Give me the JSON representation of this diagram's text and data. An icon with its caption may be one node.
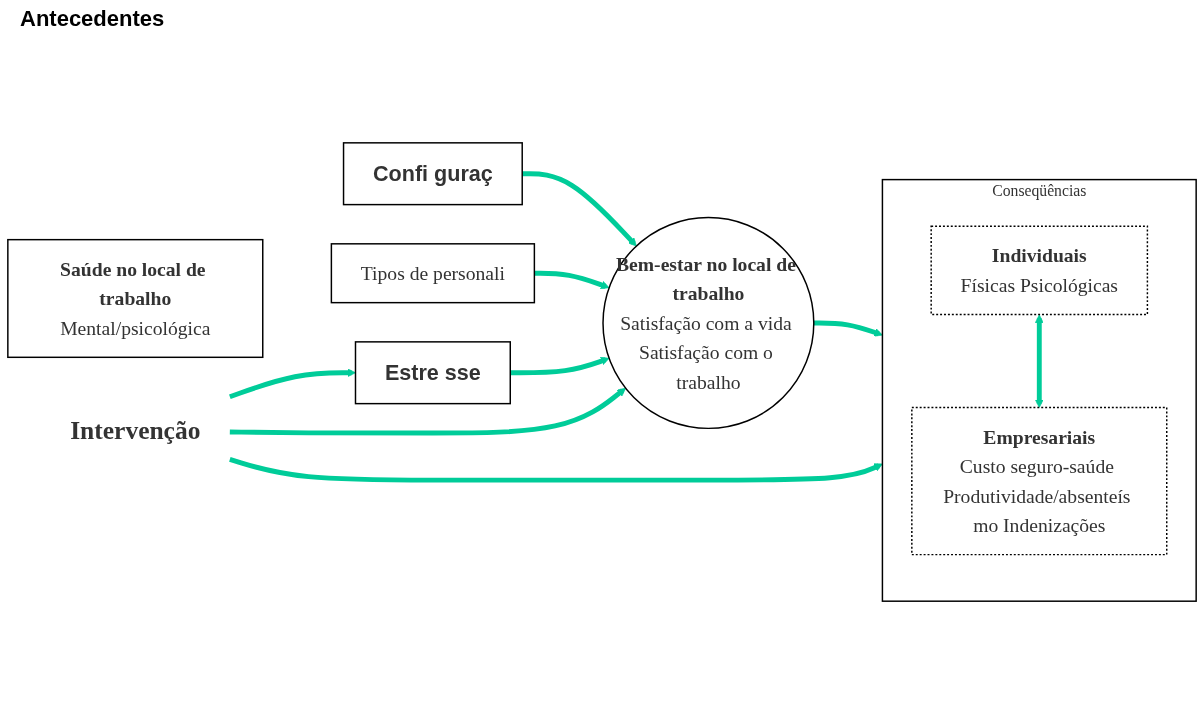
{
  "diagram": {
    "nodes": [
      {
        "text": [
          "Confi guraç"
        ]
      },
      {
        "text": [
          "Tipos de personali"
        ]
      },
      {
        "text": [
          "Estre sse"
        ]
      },
      {
        "text": [
          "Bem-estar no local de trabalho",
          "Satisfação com a vida Satisfação com o trabalho"
        ]
      },
      {
        "text": [
          "Saúde no local de trabalho",
          "Mental/psicológica"
        ]
      },
      {
        "text": [
          "Conseqüências"
        ]
      },
      {
        "text": [
          "Individuais",
          "Físicas Psicológicas"
        ],
        "in": 5
      },
      {
        "text": [
          "Empresariais",
          "Custo seguro-saúde Produtividade/absenteís mo Indenizações"
        ],
        "in": 5
      },
      {
        "text": [
          "Intervenção"
        ]
      }
    ],
    "edges": [
      {
        "from": 0,
        "to": 3,
        "arrow": "to"
      },
      {
        "from": 1,
        "to": 3,
        "arrow": "to"
      },
      {
        "from": 2,
        "to": 3,
        "arrow": "to"
      },
      {
        "from": 3,
        "to": 5,
        "arrow": "to"
      },
      {
        "from": 6,
        "to": 7,
        "arrow": "both"
      },
      {
        "from": 8,
        "to": 2,
        "arrow": "to"
      },
      {
        "from": 8,
        "to": 3,
        "arrow": "to"
      },
      {
        "from": 8,
        "to": 5,
        "arrow": "to"
      }
    ],
    "labels": [
      "Antecedentes"
    ]
  }
}
